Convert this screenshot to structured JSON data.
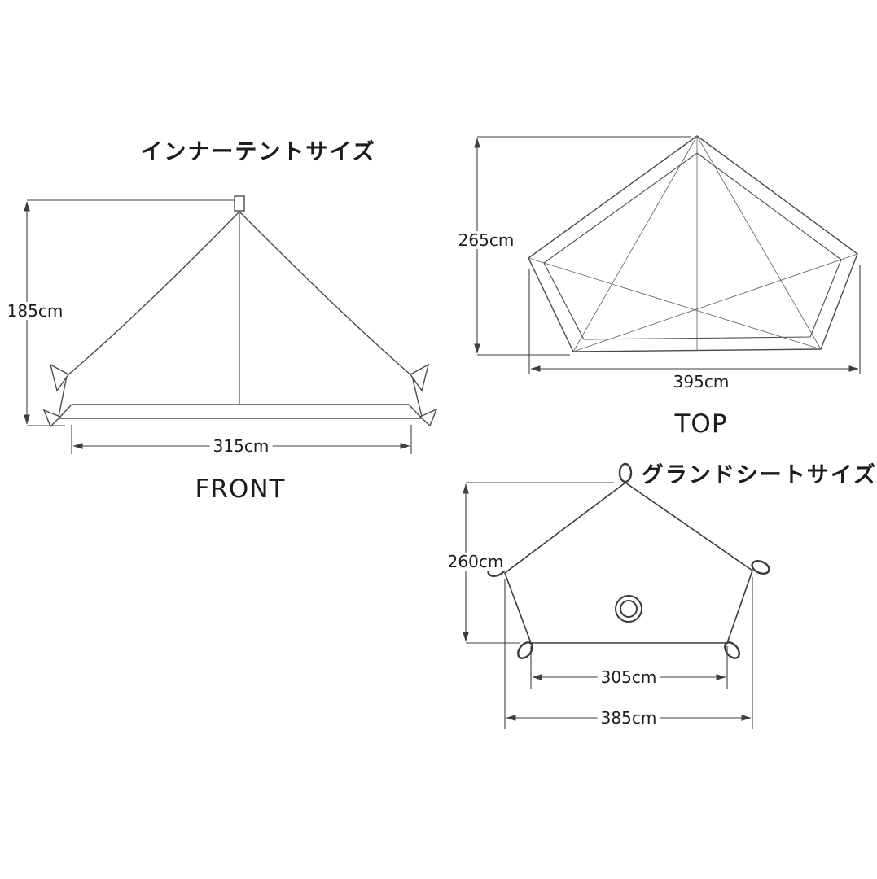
{
  "page": {
    "background_color": "#ffffff",
    "line_color": "#3f3f3f",
    "text_color": "#1c1c1c"
  },
  "front_view": {
    "title": "インナーテントサイズ",
    "label": "FRONT",
    "height_dim": "185cm",
    "width_dim": "315cm"
  },
  "top_view": {
    "label": "TOP",
    "depth_dim": "265cm",
    "width_dim": "395cm"
  },
  "groundsheet": {
    "title": "グランドシートサイズ",
    "depth_dim": "260cm",
    "inner_width_dim": "305cm",
    "outer_width_dim": "385cm"
  }
}
